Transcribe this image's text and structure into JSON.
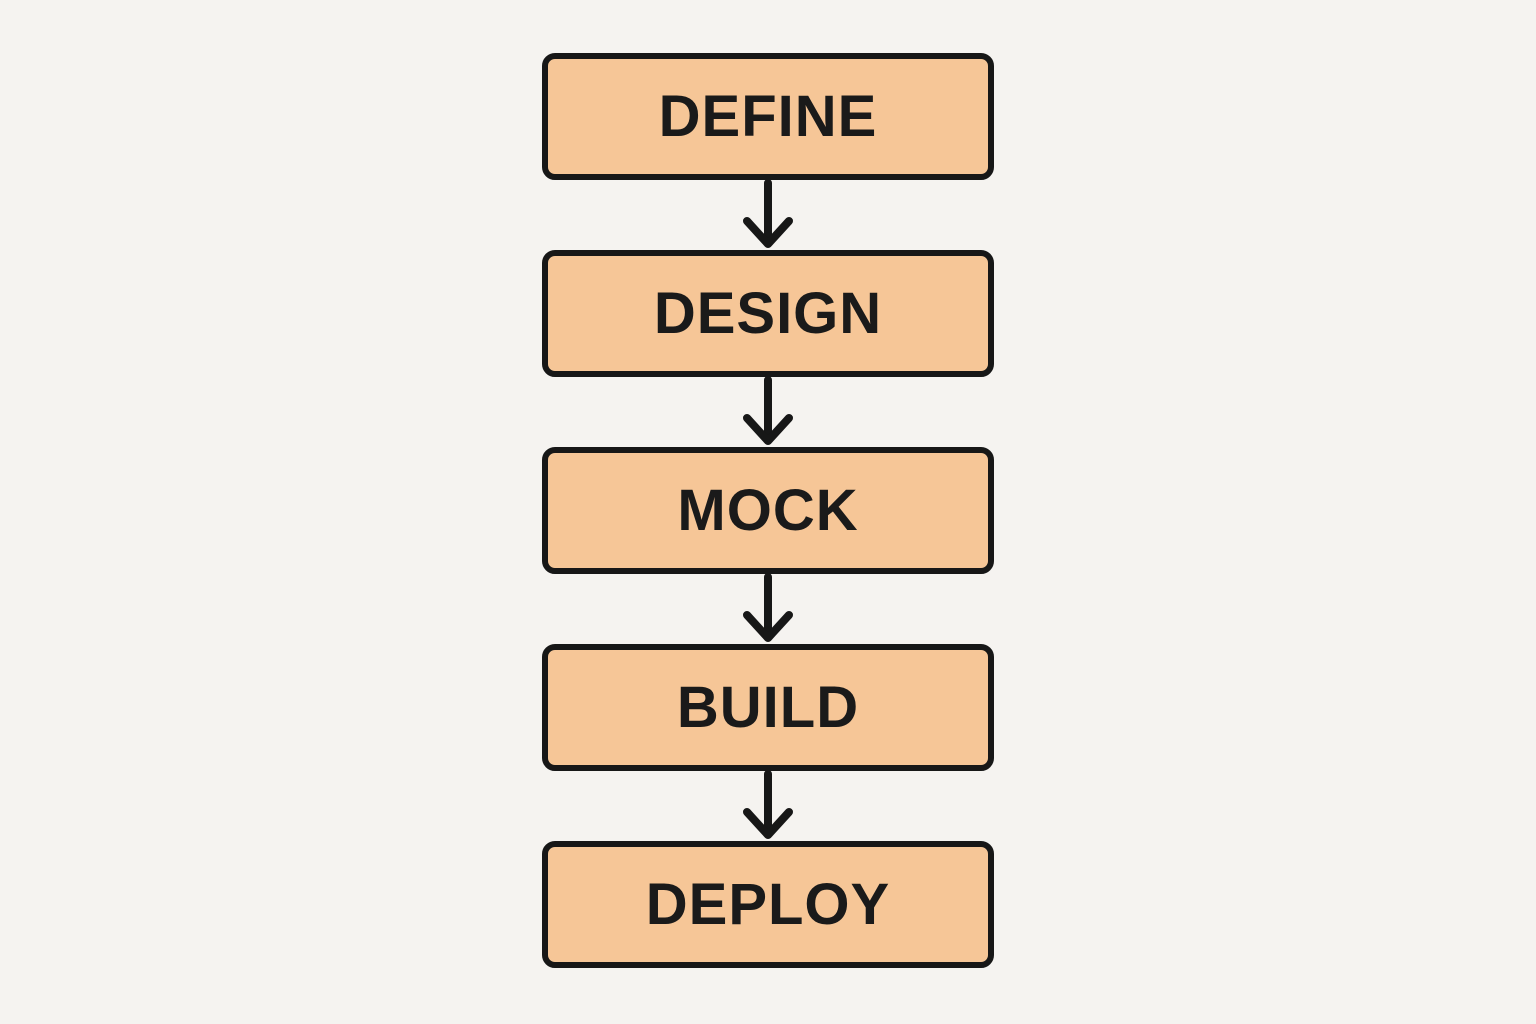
{
  "diagram": {
    "type": "flowchart",
    "direction": "top-down",
    "steps": [
      {
        "label": "DEFINE"
      },
      {
        "label": "DESIGN"
      },
      {
        "label": "MOCK"
      },
      {
        "label": "BUILD"
      },
      {
        "label": "DEPLOY"
      }
    ],
    "connector": "arrow-down",
    "colors": {
      "background": "#F5F3F0",
      "box_fill": "#F6C697",
      "box_border": "#171717",
      "text": "#1A1A1A",
      "arrow": "#171717"
    }
  }
}
